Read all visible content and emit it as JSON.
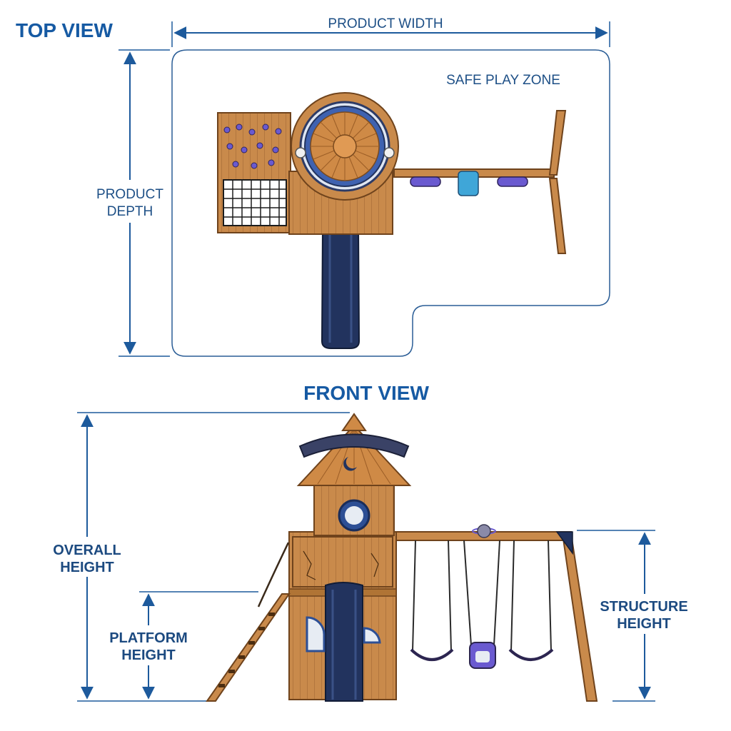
{
  "labels": {
    "top_view": "TOP VIEW",
    "front_view": "FRONT VIEW",
    "product_width": "PRODUCT WIDTH",
    "product_depth_1": "PRODUCT",
    "product_depth_2": "DEPTH",
    "safe_play_zone": "SAFE PLAY ZONE",
    "overall_height_1": "OVERALL",
    "overall_height_2": "HEIGHT",
    "platform_height_1": "PLATFORM",
    "platform_height_2": "HEIGHT",
    "structure_height_1": "STRUCTURE",
    "structure_height_2": "HEIGHT"
  },
  "colors": {
    "dimension_blue": "#1d5a9c",
    "title_blue": "#165aa3",
    "wood": "#c98a4b",
    "wood_dark": "#8a5424",
    "slide_navy": "#22335e",
    "seat_purple": "#6a5ad0",
    "seat_teal": "#3fa6d8"
  }
}
